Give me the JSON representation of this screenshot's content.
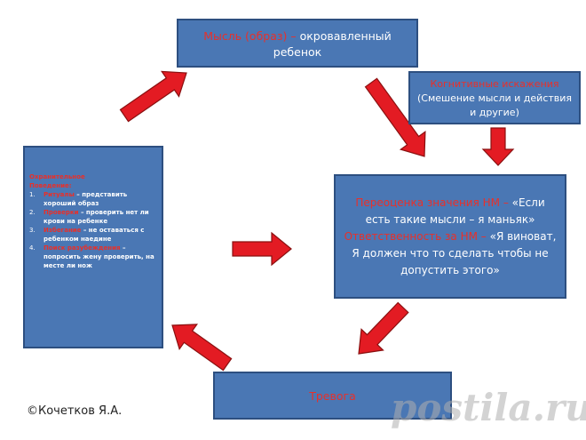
{
  "colors": {
    "box_fill": "#4a77b4",
    "box_border": "#2d4f80",
    "highlight_text": "#e8302a",
    "arrow_fill": "#e31b23",
    "arrow_stroke": "#8a1010"
  },
  "nodes": {
    "thought": {
      "label_red": "Мысль (образ) –",
      "label_white": " окровавленный ребенок"
    },
    "cognitive": {
      "label_red": "Когнитивные искажения",
      "label_white": "(Смешение мысли и действия и другие)"
    },
    "reevaluation": {
      "part1_red": "Переоценка значения НМ –",
      "part1_white": " «Если есть такие мысли – я маньяк»",
      "part2_red": "Ответственность за НМ –",
      "part2_white": " «Я виноват, Я должен что то сделать чтобы не допустить этого»"
    },
    "behavior": {
      "title_line1": "Охранительное",
      "title_line2": "Поведение:",
      "items": [
        {
          "num": "1.",
          "label_red": "Ритуалы",
          "label_white": " – представить хороший образ"
        },
        {
          "num": "2.",
          "label_red": "Проверки",
          "label_white": " – проверить нет ли крови на ребенке"
        },
        {
          "num": "3.",
          "label_red": "Избегание",
          "label_white": " – не оставаться с ребенком наедине"
        },
        {
          "num": "4.",
          "label_red": "Поиск разубеждения",
          "label_white": " – попросить жену проверить, на месте ли нож"
        }
      ]
    },
    "anxiety": {
      "label_red": "Тревога"
    }
  },
  "copyright": "©Кочетков Я.А.",
  "watermark": "postila.ru"
}
